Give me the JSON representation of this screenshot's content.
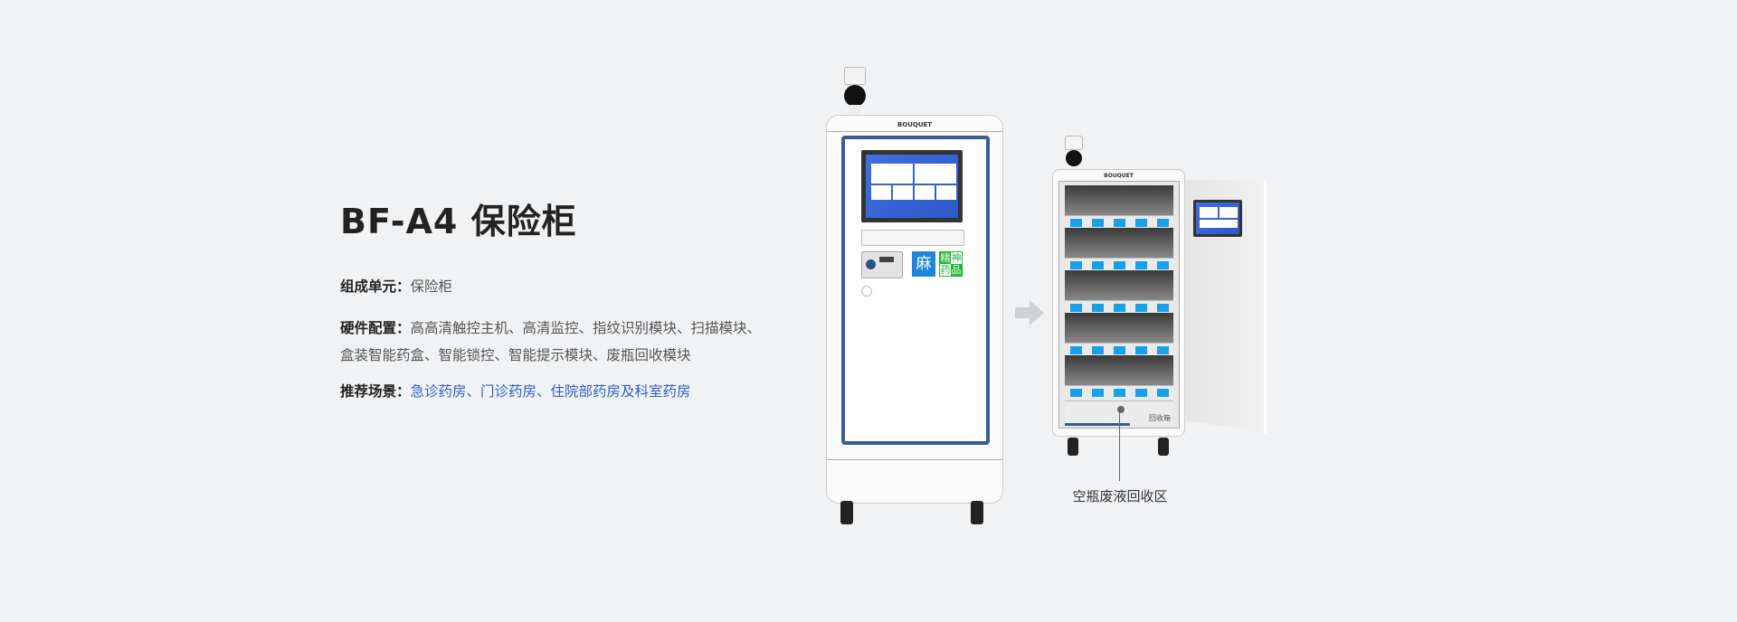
{
  "title": "BF-A4  保险柜",
  "specs": [
    {
      "label": "组成单元：",
      "value": "保险柜"
    },
    {
      "label": "硬件配置：",
      "value": "高高清触控主机、高清监控、指纹识别模块、扫描模块、",
      "value2": "盒装智能药盒、智能锁控、智能提示模块、废瓶回收模块"
    },
    {
      "label": "推荐场景：",
      "value": "急诊药房、门诊药房、住院部药房及科室药房"
    }
  ],
  "brand": "BOUQUET",
  "badges": {
    "narcotic": "麻",
    "psych": [
      "精",
      "神",
      "药",
      "品"
    ]
  },
  "recycle_label": "回收箱",
  "callout": "空瓶废液回收区",
  "colors": {
    "accent_blue": "#2f5fc4",
    "frame_blue": "#3a5a9a",
    "tag_blue": "#19a0ea",
    "green": "#1fb534"
  }
}
